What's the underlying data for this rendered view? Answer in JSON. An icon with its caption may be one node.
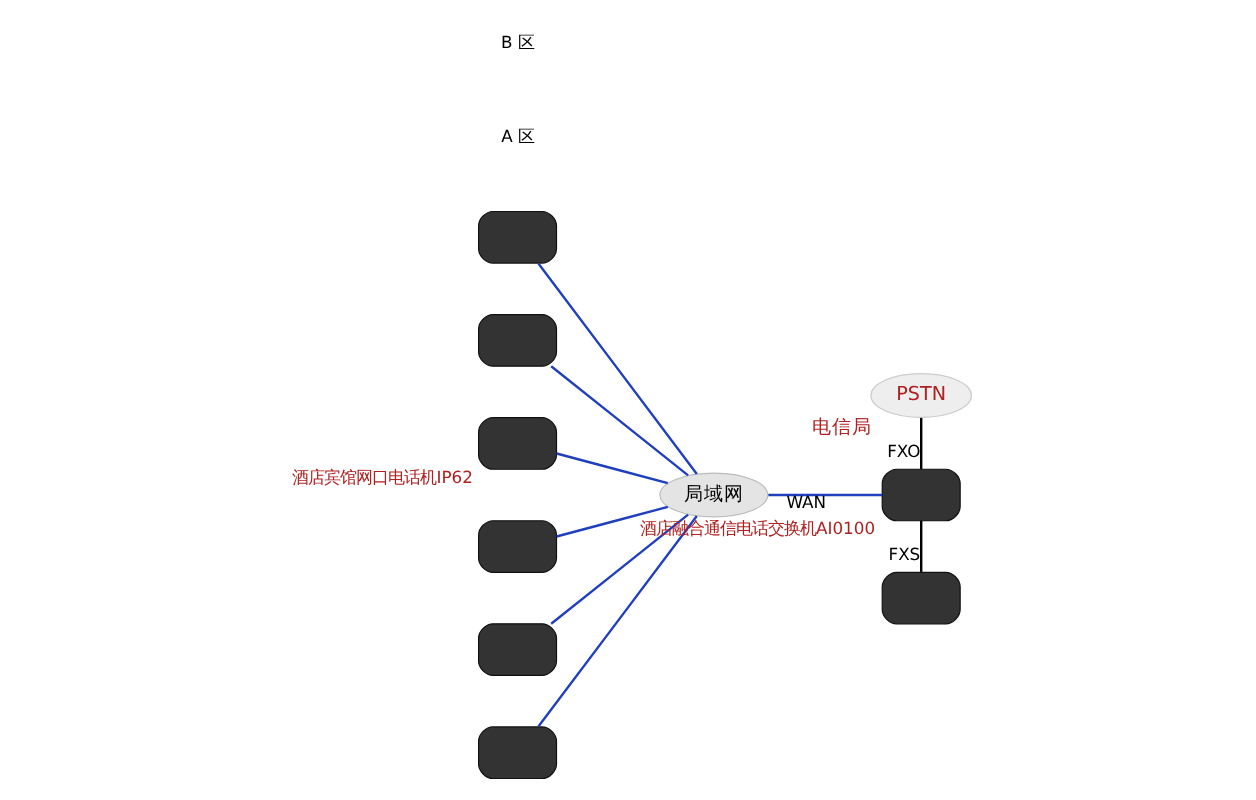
{
  "diagram": {
    "nodes": [
      {
        "text": [],
        "shape": "box"
      },
      {
        "text": [],
        "shape": "box"
      },
      {
        "text": [],
        "shape": "box",
        "beside": [
          "酒店宾馆网口电话机IP62"
        ]
      },
      {
        "text": [],
        "shape": "box"
      },
      {
        "text": [],
        "shape": "box"
      },
      {
        "text": [],
        "shape": "box"
      },
      {
        "text": [
          "局域网"
        ]
      },
      {
        "text": [
          "PSTN"
        ],
        "beside": [
          "电信局"
        ]
      },
      {
        "text": [],
        "shape": "box",
        "beside": [
          "酒店融合通信电话交换机AI0100"
        ]
      },
      {
        "text": [],
        "shape": "box"
      }
    ],
    "edges": [
      {
        "from": 0,
        "to": 6,
        "arrow": "none"
      },
      {
        "from": 1,
        "to": 6,
        "arrow": "none"
      },
      {
        "from": 2,
        "to": 6,
        "arrow": "none"
      },
      {
        "from": 3,
        "to": 6,
        "arrow": "none"
      },
      {
        "from": 4,
        "to": 6,
        "arrow": "none"
      },
      {
        "from": 5,
        "to": 6,
        "arrow": "none"
      },
      {
        "from": 6,
        "to": 8,
        "arrow": "none",
        "label": "WAN"
      },
      {
        "from": 7,
        "to": 8,
        "arrow": "none",
        "label": "FXO",
        "color": "#000000"
      },
      {
        "from": 8,
        "to": 9,
        "arrow": "none",
        "label": "FXS",
        "color": "#000000"
      }
    ],
    "labels": [
      "A 区",
      "B 区"
    ]
  }
}
